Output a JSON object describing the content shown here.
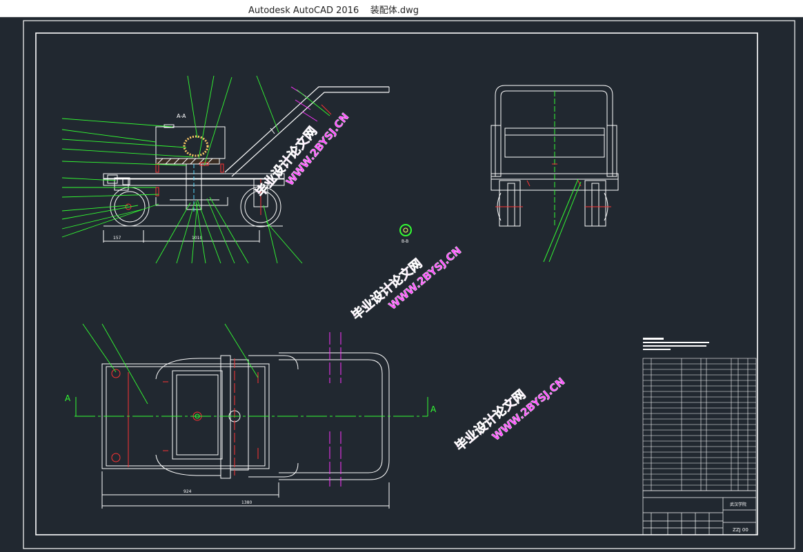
{
  "app": {
    "name": "Autodesk AutoCAD 2016",
    "file": "装配体.dwg"
  },
  "drawing": {
    "view_labels": {
      "section_top": "A-A",
      "section_small": "B-B",
      "cut_line_left": "A",
      "cut_line_right": "A"
    },
    "watermarks": [
      {
        "line1": "毕业设计论文网",
        "line2": "WWW.2BYSJ.CN"
      },
      {
        "line1": "毕业设计论文网",
        "line2": "WWW.2BYSJ.CN"
      },
      {
        "line1": "毕业设计论文网",
        "line2": "WWW.2BYSJ.CN"
      }
    ],
    "dimensions": {
      "overall_length": "1380",
      "inner_length": "924",
      "wheel_span": "1010",
      "left_offset": "157"
    },
    "title_block": {
      "school": "武汉学院",
      "drawing_no": "ZZJ 00"
    }
  }
}
